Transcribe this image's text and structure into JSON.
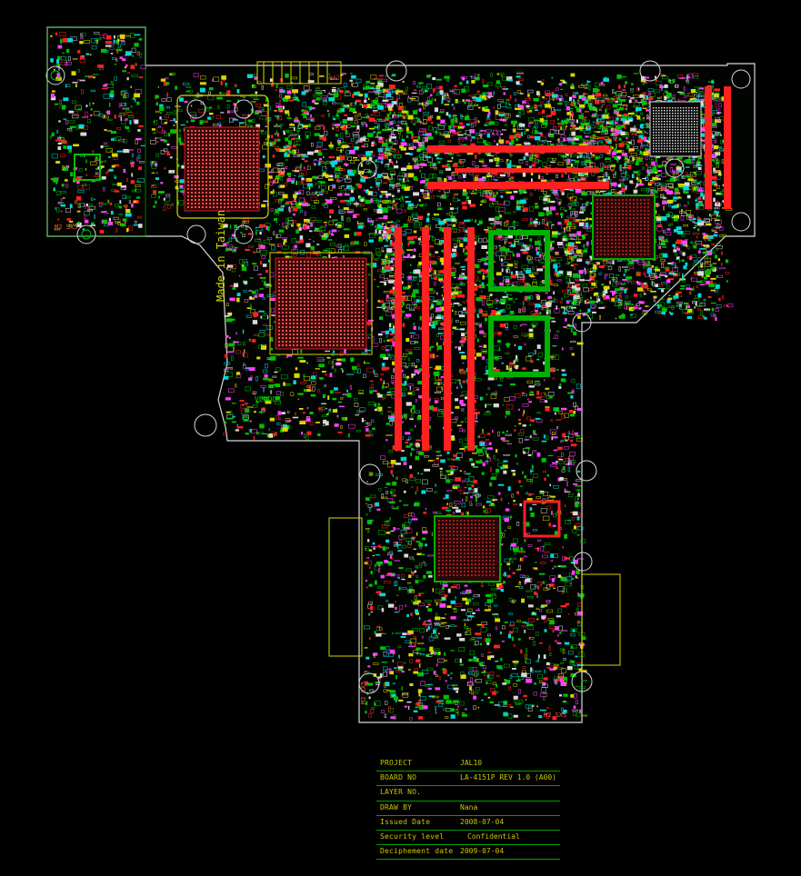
{
  "title_block": {
    "rows": [
      {
        "label": "PROJECT",
        "value": "JAL10"
      },
      {
        "label": "BOARD NO",
        "value": "LA-4151P  REV 1.0 (A00)"
      },
      {
        "label": "LAYER NO.",
        "value": ""
      },
      {
        "label": "DRAW BY",
        "value": "Nana"
      },
      {
        "label": "Issued  Date",
        "value": "2008-07-04"
      },
      {
        "label": "Security level",
        "value": "Confidential"
      },
      {
        "label": "Deciphement date",
        "value": "2009-07-04"
      }
    ]
  },
  "board_text": {
    "made_in": "Made in Taiwan",
    "vendor": "VENDOR",
    "marks": [
      "M2 SX5",
      "M2 SX5",
      "M2 SX5",
      "M2 SX5"
    ]
  },
  "colors": {
    "background": "#000000",
    "outline": "#d8d8d8",
    "trace_green": "#00c000",
    "pad_red": "#ff2020",
    "silk_yellow": "#d8d800",
    "via_cyan": "#00d8d8",
    "magenta": "#ff40ff"
  }
}
